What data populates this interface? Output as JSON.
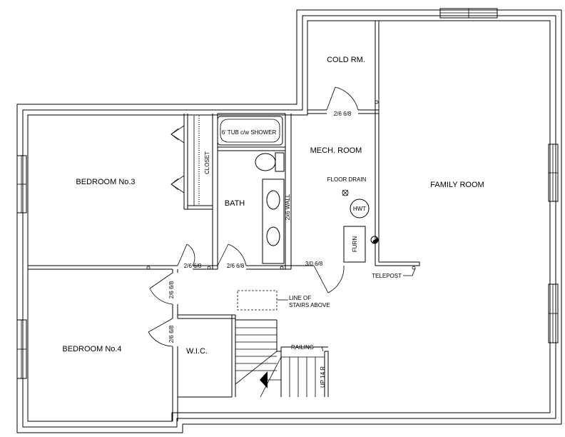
{
  "rooms": {
    "cold_room": "COLD RM.",
    "mech_room": "MECH. ROOM",
    "family_room": "FAMILY ROOM",
    "bedroom3": "BEDROOM No.3",
    "bedroom4": "BEDROOM No.4",
    "bath": "BATH",
    "wic": "W.I.C.",
    "closet": "CLOSET"
  },
  "labels": {
    "tub": "6' TUB c/w SHOWER",
    "floor_drain": "FLOOR DRAIN",
    "hwt": "HWT",
    "furn": "FURN",
    "wall_2x6": "2x6 WALL",
    "telepost": "TELEPOST",
    "stairs_above_1": "LINE OF",
    "stairs_above_2": "STAIRS ABOVE",
    "railing": "RAILING",
    "up": "UP 14 R"
  },
  "doors": {
    "cold_room": "2/6 6/8",
    "bedroom3": "2/6 6/8",
    "bath": "2/6 6/8",
    "mech": "3/0 6/8",
    "bedroom4": "2/6 6/8",
    "wic": "2/6 6/8"
  }
}
